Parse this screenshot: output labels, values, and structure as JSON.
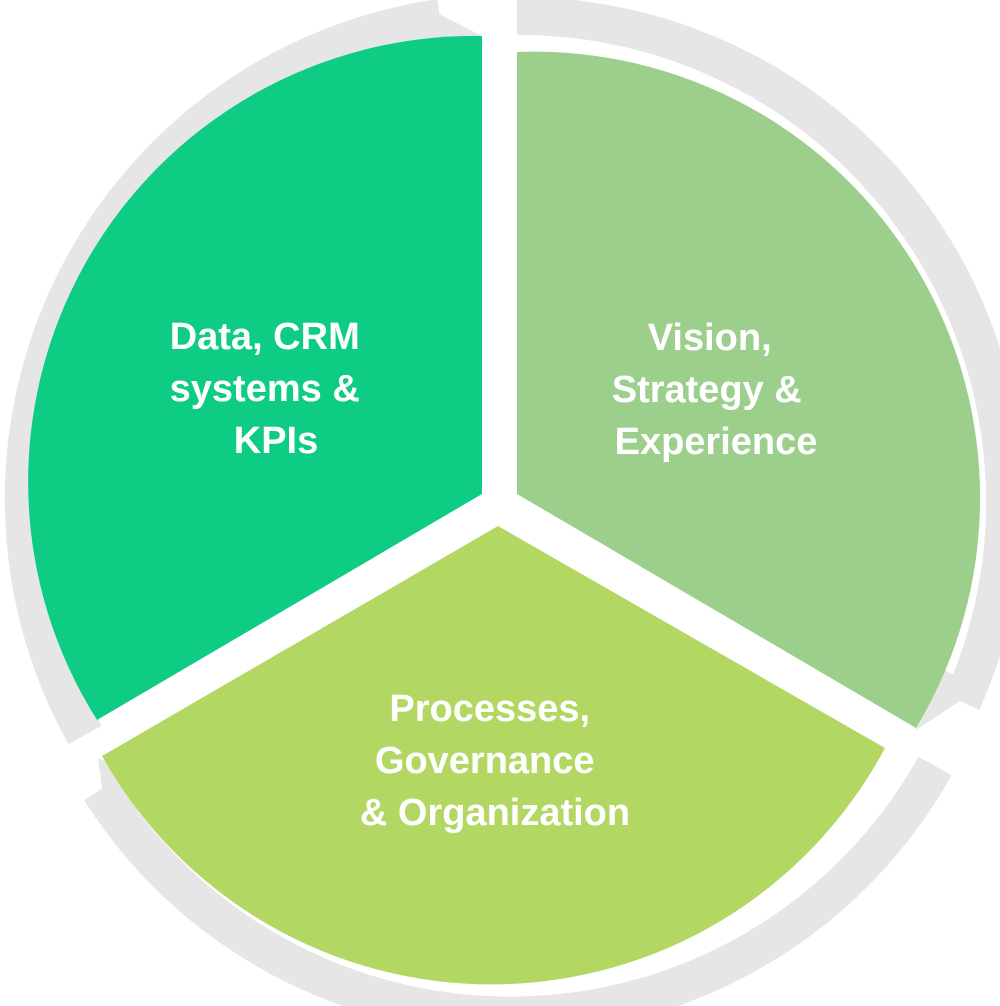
{
  "diagram": {
    "colors": {
      "ring": "#e6e6e6",
      "background": "#ffffff",
      "text": "#ffffff"
    },
    "segments": [
      {
        "id": "vision",
        "lines": [
          "Vision,",
          "Strategy &",
          "Experience"
        ],
        "color": "#9ccf8c"
      },
      {
        "id": "processes",
        "lines": [
          "Processes,",
          "Governance",
          "& Organization"
        ],
        "color": "#b2d763"
      },
      {
        "id": "data",
        "lines": [
          "Data, CRM",
          "systems &",
          "KPIs"
        ],
        "color": "#0fcc85"
      }
    ],
    "flow_direction": "clockwise"
  }
}
